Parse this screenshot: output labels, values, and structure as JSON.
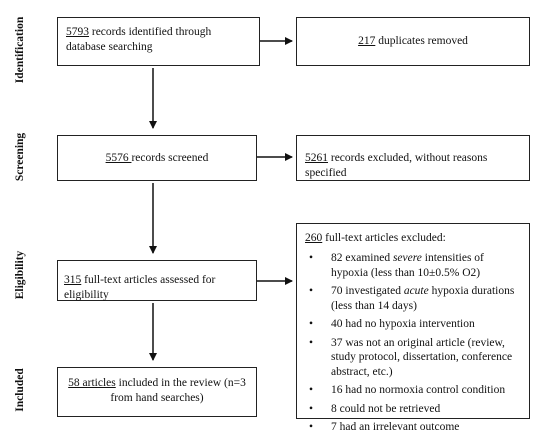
{
  "stages": {
    "identification": "Identification",
    "screening": "Screening",
    "eligibility": "Eligibility",
    "included": "Included"
  },
  "boxes": {
    "identified": {
      "count": "5793",
      "text": " records identified through database searching"
    },
    "duplicates": {
      "count": "217",
      "text": " duplicates removed"
    },
    "screened": {
      "count": "5576 ",
      "text": "records screened"
    },
    "excluded": {
      "count": "5261",
      "text": " records excluded, without reasons specified"
    },
    "assessed": {
      "count": "315",
      "text": " full-text articles assessed for eligibility"
    },
    "included": {
      "count": "58 articles",
      "text": " included in the review (n=3 from hand searches)"
    },
    "fulltext_excluded": {
      "count": "260",
      "heading": " full-text articles excluded:",
      "bullet": "•",
      "items": [
        {
          "pre": "82 examined ",
          "em": "severe",
          "post": " intensities of hypoxia (less than 10±0.5% O2)"
        },
        {
          "pre": "70 investigated ",
          "em": "acute",
          "post": " hypoxia durations (less than 14 days)"
        },
        {
          "pre": "40 had no hypoxia intervention",
          "em": "",
          "post": ""
        },
        {
          "pre": "37 was not an original article (review, study protocol, dissertation, conference abstract, etc.)",
          "em": "",
          "post": ""
        },
        {
          "pre": "16 had no normoxia control condition",
          "em": "",
          "post": ""
        },
        {
          "pre": "8 could not be retrieved",
          "em": "",
          "post": ""
        },
        {
          "pre": "7 had an irrelevant outcome",
          "em": "",
          "post": ""
        }
      ]
    }
  }
}
